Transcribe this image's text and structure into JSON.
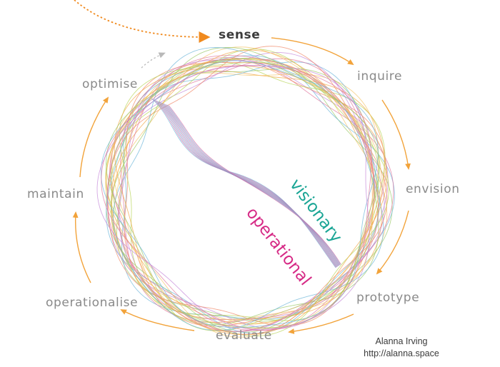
{
  "cycle": {
    "stages": [
      "sense",
      "inquire",
      "envision",
      "prototype",
      "evaluate",
      "operationalise",
      "maintain",
      "optimise"
    ]
  },
  "modes": {
    "visionary": {
      "label": "visionary",
      "color": "#1aa595"
    },
    "operational": {
      "label": "operational",
      "color": "#d62a86"
    }
  },
  "credit": {
    "name": "Alanna Irving",
    "url": "http://alanna.space"
  },
  "colors": {
    "arrow": "#f2a33a",
    "entry_arrow": "#f08a1e",
    "optimise_arrow": "#b9b9b9",
    "label": "#8a8a8a",
    "strands": [
      "#f2a94a",
      "#f4c66b",
      "#9cc96b",
      "#6fb7d9",
      "#e07aa0",
      "#c58ad9",
      "#f08a6a",
      "#b8d65a"
    ]
  }
}
